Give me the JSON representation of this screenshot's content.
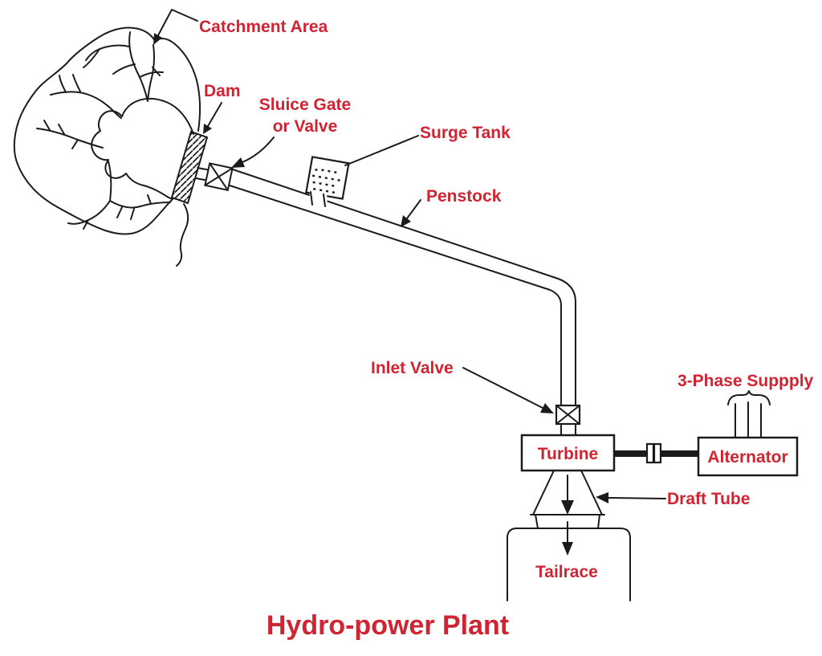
{
  "title": "Hydro-power Plant",
  "colors": {
    "label": "#d02433",
    "line": "#1b1b1b",
    "background": "#ffffff"
  },
  "labels": {
    "catchment": "Catchment Area",
    "dam": "Dam",
    "sluice_line1": "Sluice Gate",
    "sluice_line2": "or Valve",
    "surge_tank": "Surge Tank",
    "penstock": "Penstock",
    "inlet_valve": "Inlet Valve",
    "three_phase": "3-Phase Suppply",
    "turbine": "Turbine",
    "alternator": "Alternator",
    "draft_tube": "Draft Tube",
    "tailrace": "Tailrace"
  }
}
